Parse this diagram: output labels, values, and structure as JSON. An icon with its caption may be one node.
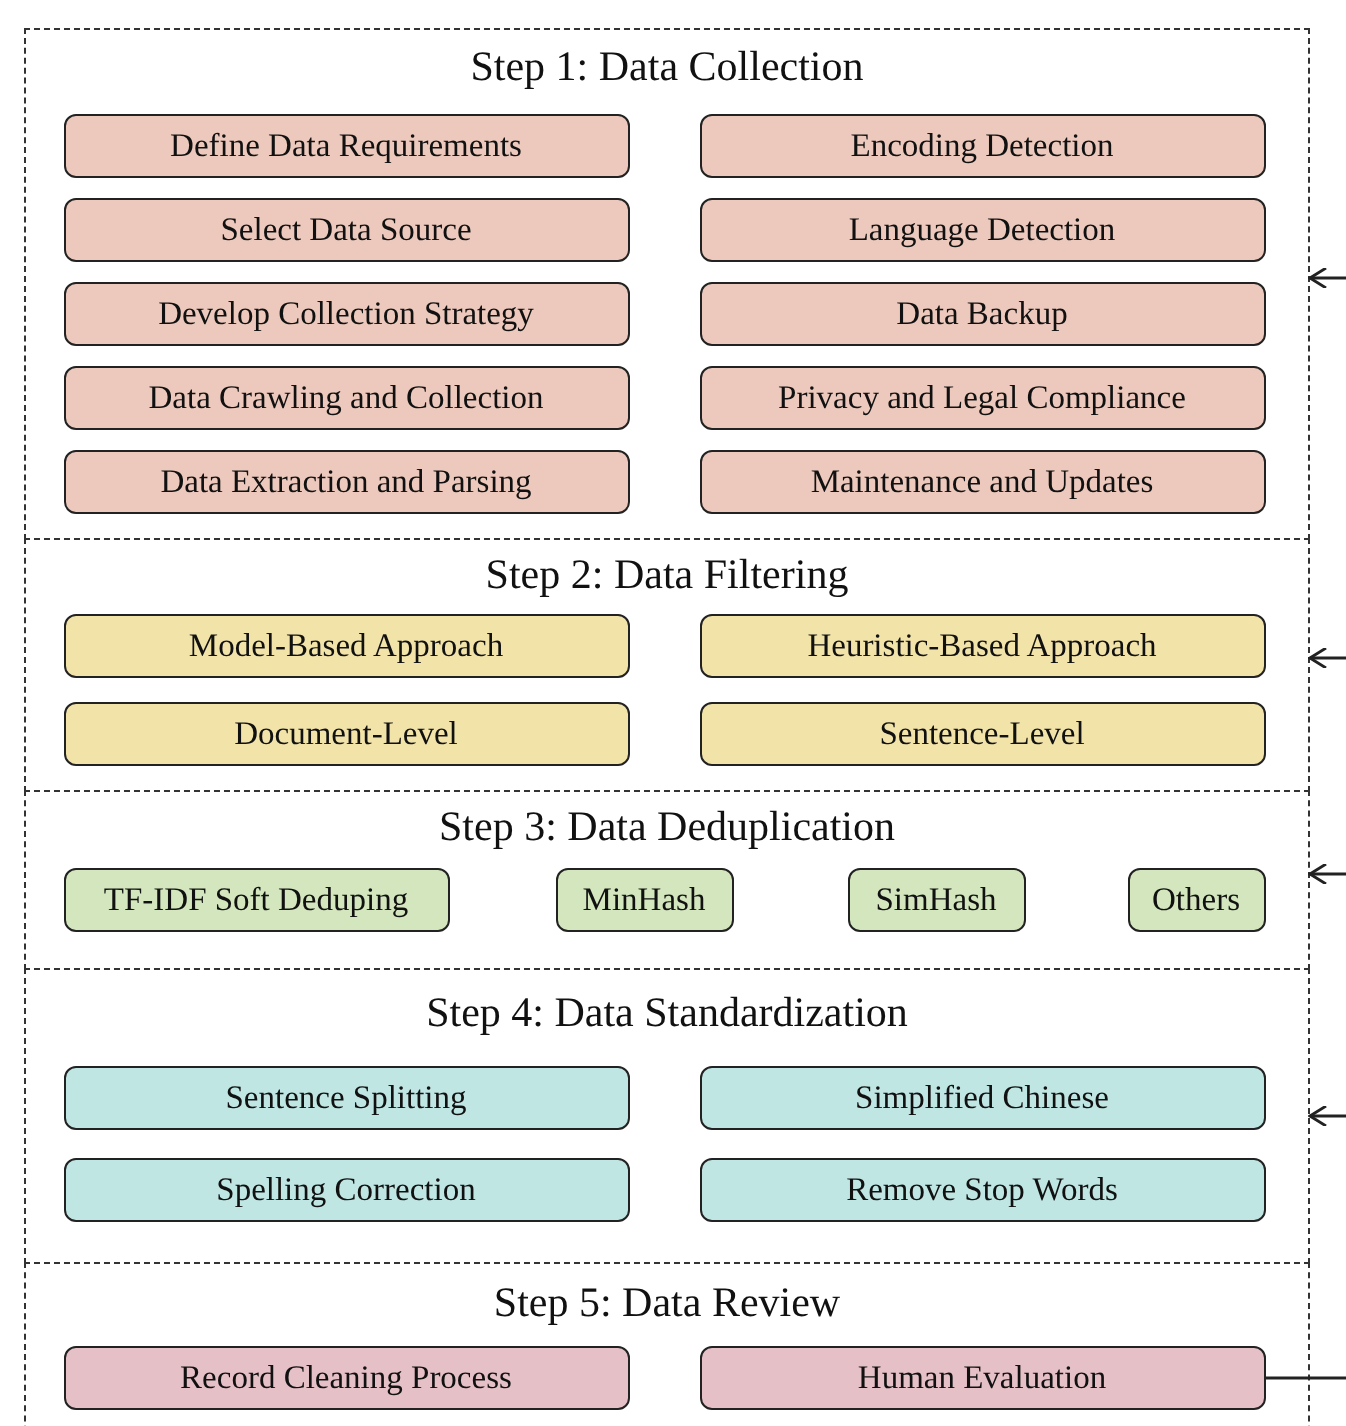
{
  "diagram": {
    "nodes": [
      {
        "text": [
          "Step 1: Data Collection"
        ]
      },
      {
        "text": [
          "Define Data Requirements"
        ],
        "in": 0
      },
      {
        "text": [
          "Encoding Detection"
        ],
        "in": 0
      },
      {
        "text": [
          "Select Data Source"
        ],
        "in": 0
      },
      {
        "text": [
          "Language Detection"
        ],
        "in": 0
      },
      {
        "text": [
          "Develop Collection Strategy"
        ],
        "in": 0
      },
      {
        "text": [
          "Data Backup"
        ],
        "in": 0
      },
      {
        "text": [
          "Data Crawling and Collection"
        ],
        "in": 0
      },
      {
        "text": [
          "Privacy and Legal Compliance"
        ],
        "in": 0
      },
      {
        "text": [
          "Data Extraction and Parsing"
        ],
        "in": 0
      },
      {
        "text": [
          "Maintenance and Updates"
        ],
        "in": 0
      },
      {
        "text": [
          "Step 2: Data Filtering"
        ]
      },
      {
        "text": [
          "Model-Based Approach"
        ],
        "in": 11
      },
      {
        "text": [
          "Heuristic-Based Approach"
        ],
        "in": 11
      },
      {
        "text": [
          "Document-Level"
        ],
        "in": 11
      },
      {
        "text": [
          "Sentence-Level"
        ],
        "in": 11
      },
      {
        "text": [
          "Step 3: Data Deduplication"
        ]
      },
      {
        "text": [
          "TF-IDF Soft Deduping"
        ],
        "in": 16
      },
      {
        "text": [
          "MinHash"
        ],
        "in": 16
      },
      {
        "text": [
          "SimHash"
        ],
        "in": 16
      },
      {
        "text": [
          "Others"
        ],
        "in": 16
      },
      {
        "text": [
          "Step 4: Data Standardization"
        ]
      },
      {
        "text": [
          "Sentence Splitting"
        ],
        "in": 21
      },
      {
        "text": [
          "Simplified Chinese"
        ],
        "in": 21
      },
      {
        "text": [
          "Spelling Correction"
        ],
        "in": 21
      },
      {
        "text": [
          "Remove Stop Words"
        ],
        "in": 21
      },
      {
        "text": [
          "Step 5: Data Review"
        ]
      },
      {
        "text": [
          "Record Cleaning Process"
        ],
        "in": 26
      },
      {
        "text": [
          "Human Evaluation"
        ],
        "in": 26
      }
    ],
    "edges": [
      {
        "from": null,
        "to": 0,
        "arrow": "to"
      },
      {
        "from": null,
        "to": 11,
        "arrow": "to"
      },
      {
        "from": null,
        "to": 16,
        "arrow": "to"
      },
      {
        "from": null,
        "to": 21,
        "arrow": "to"
      },
      {
        "from": 28,
        "to": null,
        "arrow": "none"
      }
    ]
  }
}
